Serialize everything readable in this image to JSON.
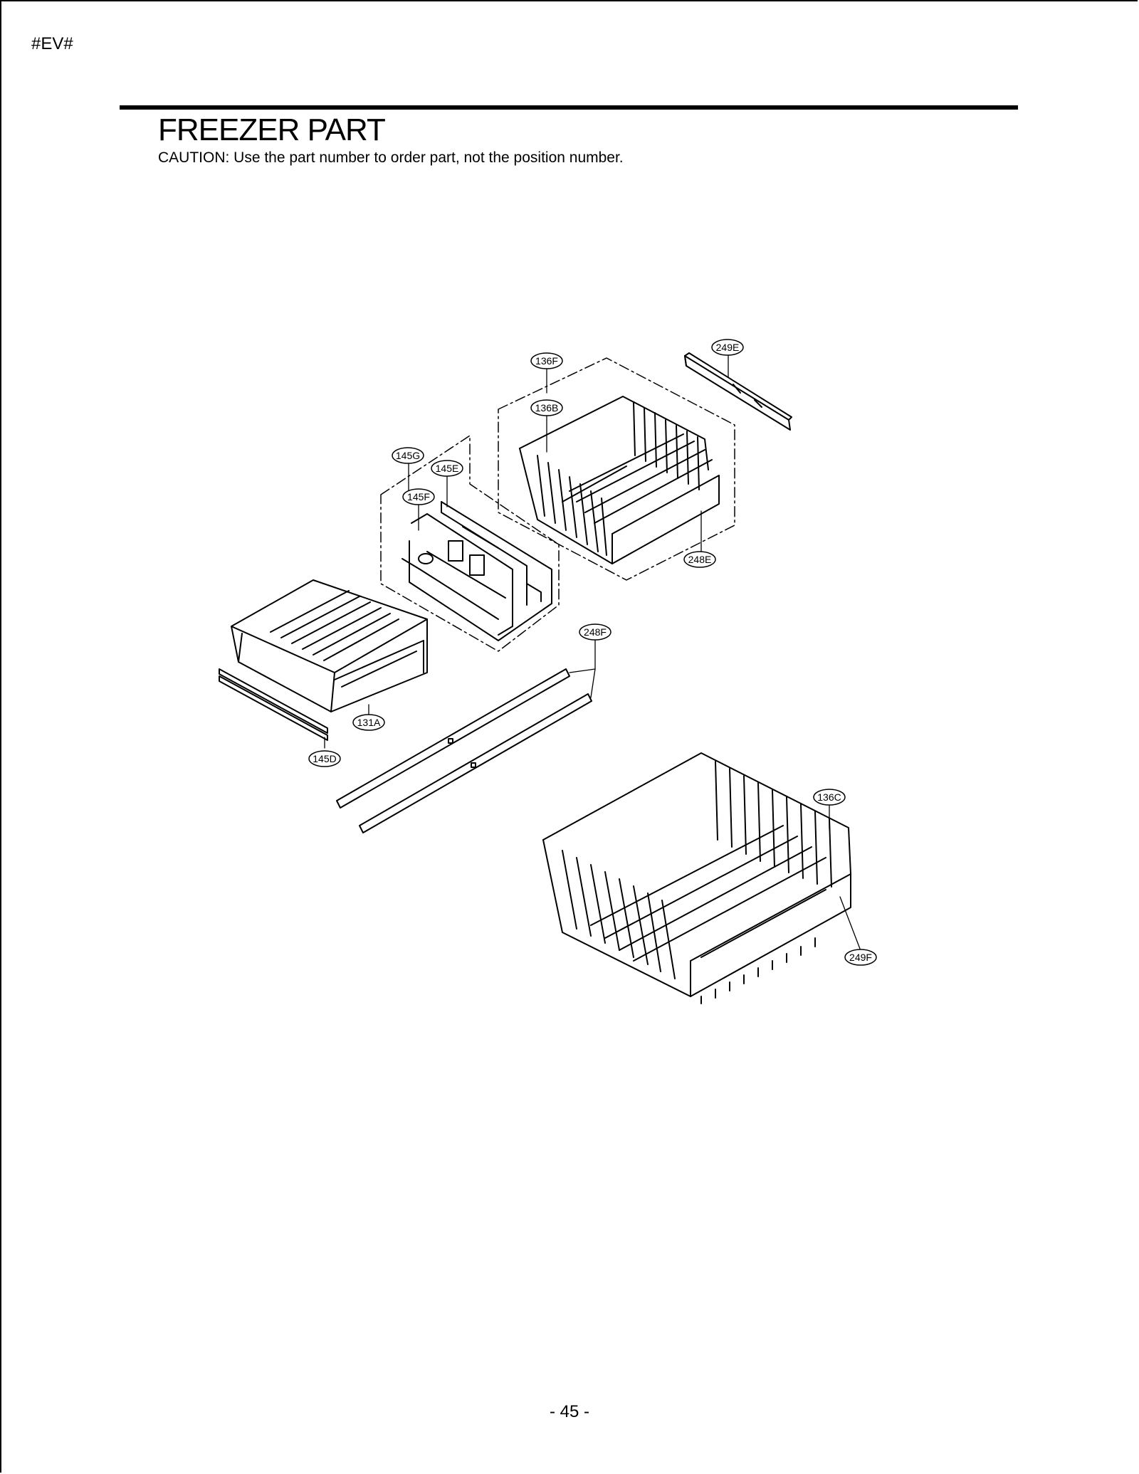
{
  "header": {
    "doc_code": "#EV#",
    "title": "FREEZER PART",
    "caution": "CAUTION: Use the part number to order part, not the position number."
  },
  "callouts": {
    "p136F": "136F",
    "p249E": "249E",
    "p136B": "136B",
    "p145G": "145G",
    "p145E": "145E",
    "p145F": "145F",
    "p248E": "248E",
    "p248F": "248F",
    "p131A": "131A",
    "p145D": "145D",
    "p136C": "136C",
    "p249F": "249F"
  },
  "footer": {
    "page_number": "- 45 -"
  }
}
